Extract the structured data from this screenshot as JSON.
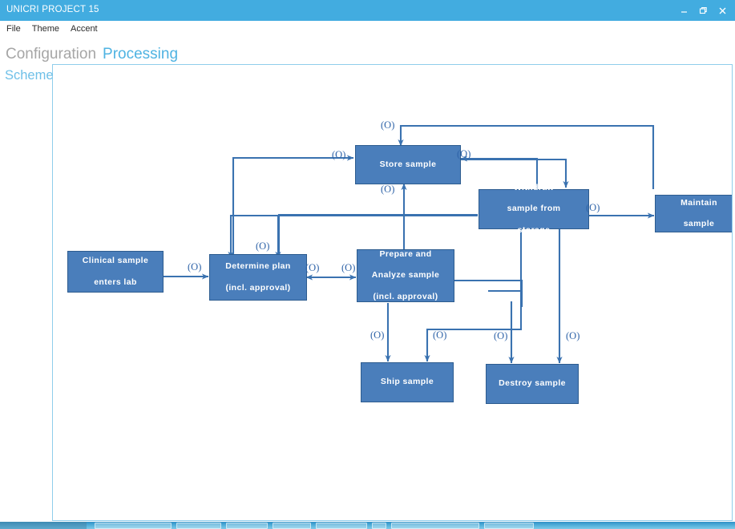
{
  "window": {
    "title": "UNICRI PROJECT 15",
    "controls": [
      {
        "name": "minimize",
        "glyph": "–"
      },
      {
        "name": "restore",
        "glyph": "❐"
      },
      {
        "name": "close",
        "glyph": "✕"
      }
    ],
    "titlebar_color": "#42ace0"
  },
  "menubar": {
    "items": [
      {
        "label": "File"
      },
      {
        "label": "Theme"
      },
      {
        "label": "Accent"
      }
    ]
  },
  "main_tabs": [
    {
      "label": "Configuration",
      "active": false,
      "color": "#a6a6a6"
    },
    {
      "label": "Processing",
      "active": true,
      "color": "#4fb3e2"
    }
  ],
  "sub_tabs": [
    {
      "label": "Scheme",
      "active": true,
      "color": "#6fc0e8"
    }
  ],
  "diagram": {
    "node_fill": "#4a7ebb",
    "node_border": "#2d5c8f",
    "node_text": "#ffffff",
    "connector_color": "#3a72b0",
    "label_color": "#2e63a8",
    "nodes": [
      {
        "id": "clinical",
        "label": "Clinical sample enters lab"
      },
      {
        "id": "determine",
        "label": "Determine plan (incl. approval)"
      },
      {
        "id": "prepare",
        "label": "Prepare and Analyze sample (incl. approval)"
      },
      {
        "id": "store",
        "label": "Store sample"
      },
      {
        "id": "withdraw",
        "label": "Withdraw sample from storage"
      },
      {
        "id": "maintain",
        "label": "Maintain sample"
      },
      {
        "id": "ship",
        "label": "Ship sample"
      },
      {
        "id": "destroy",
        "label": "Destroy sample"
      }
    ],
    "node_lines": {
      "clinical": [
        "Clinical sample",
        "enters lab"
      ],
      "determine": [
        "Determine plan",
        "(incl. approval)"
      ],
      "prepare": [
        "Prepare and",
        "Analyze sample",
        "(incl. approval)"
      ],
      "store": [
        "Store sample"
      ],
      "withdraw": [
        "Withdraw",
        "sample from",
        "storage"
      ],
      "maintain": [
        "Maintain",
        "sample"
      ],
      "ship": [
        "Ship sample"
      ],
      "destroy": [
        "Destroy sample"
      ]
    },
    "edge_label_text": "(O)",
    "edges": [
      {
        "id": "e1",
        "from": "clinical",
        "to": "determine",
        "label": "(O)"
      },
      {
        "id": "e2",
        "from": "determine",
        "to": "prepare",
        "label": "(O)"
      },
      {
        "id": "e3",
        "from": "prepare",
        "to": "determine",
        "label": "(O)"
      },
      {
        "id": "e4",
        "from": "determine",
        "to": "store",
        "label": "(O)"
      },
      {
        "id": "e5",
        "from": "prepare",
        "to": "store",
        "label": "(O)"
      },
      {
        "id": "e6",
        "from": "maintain",
        "to": "store",
        "label": "(O)"
      },
      {
        "id": "e7",
        "from": "withdraw",
        "to": "store",
        "label": "(O)"
      },
      {
        "id": "e8",
        "from": "store",
        "to": "withdraw",
        "label": "(O)"
      },
      {
        "id": "e9",
        "from": "withdraw",
        "to": "maintain",
        "label": "(O)"
      },
      {
        "id": "e10",
        "from": "withdraw",
        "to": "determine",
        "label": "(O)"
      },
      {
        "id": "e11",
        "from": "withdraw",
        "to": "prepare",
        "label": "(O)"
      },
      {
        "id": "e12",
        "from": "prepare",
        "to": "ship",
        "label": "(O)"
      },
      {
        "id": "e13",
        "from": "withdraw",
        "to": "ship",
        "label": "(O)"
      },
      {
        "id": "e14",
        "from": "prepare",
        "to": "destroy",
        "label": "(O)"
      },
      {
        "id": "e15",
        "from": "withdraw",
        "to": "destroy",
        "label": "(O)"
      }
    ]
  }
}
